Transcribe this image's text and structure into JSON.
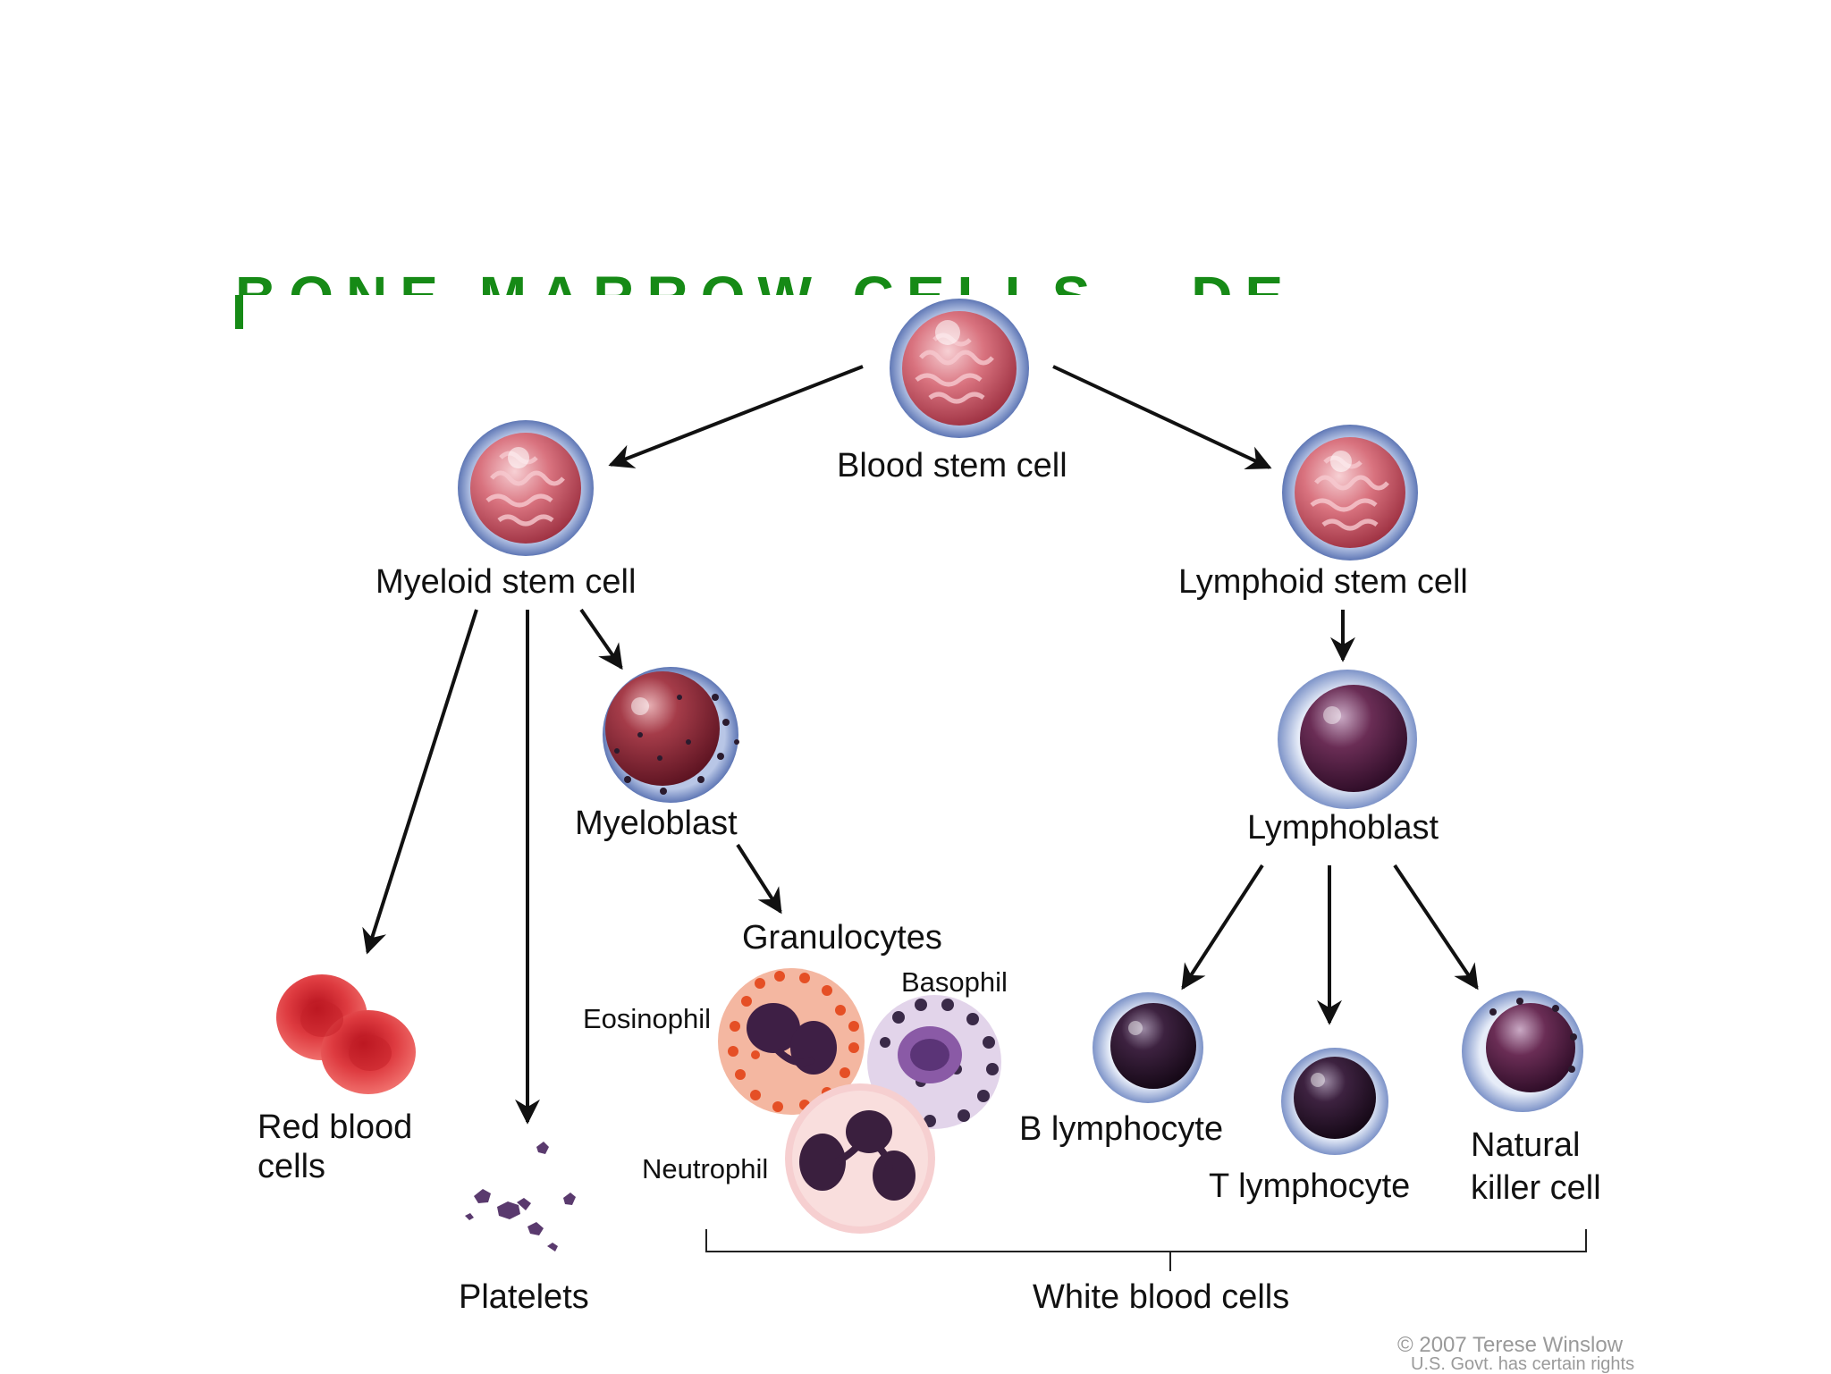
{
  "slide": {
    "title": "BONE MARROW CELLS - DEVELOPMENT"
  },
  "diagram": {
    "nodes": {
      "blood_stem_cell": "Blood stem cell",
      "myeloid_stem_cell": "Myeloid stem cell",
      "lymphoid_stem_cell": "Lymphoid stem cell",
      "myeloblast": "Myeloblast",
      "lymphoblast": "Lymphoblast",
      "granulocytes": "Granulocytes",
      "eosinophil": "Eosinophil",
      "basophil": "Basophil",
      "neutrophil": "Neutrophil",
      "red_blood_cells_1": "Red blood",
      "red_blood_cells_2": "cells",
      "platelets": "Platelets",
      "b_lymphocyte": "B lymphocyte",
      "t_lymphocyte": "T lymphocyte",
      "natural_killer_1": "Natural",
      "natural_killer_2": "killer cell",
      "white_blood_cells": "White blood cells"
    },
    "credit": {
      "line1": "© 2007 Terese Winslow",
      "line2": "U.S. Govt. has certain rights"
    }
  }
}
